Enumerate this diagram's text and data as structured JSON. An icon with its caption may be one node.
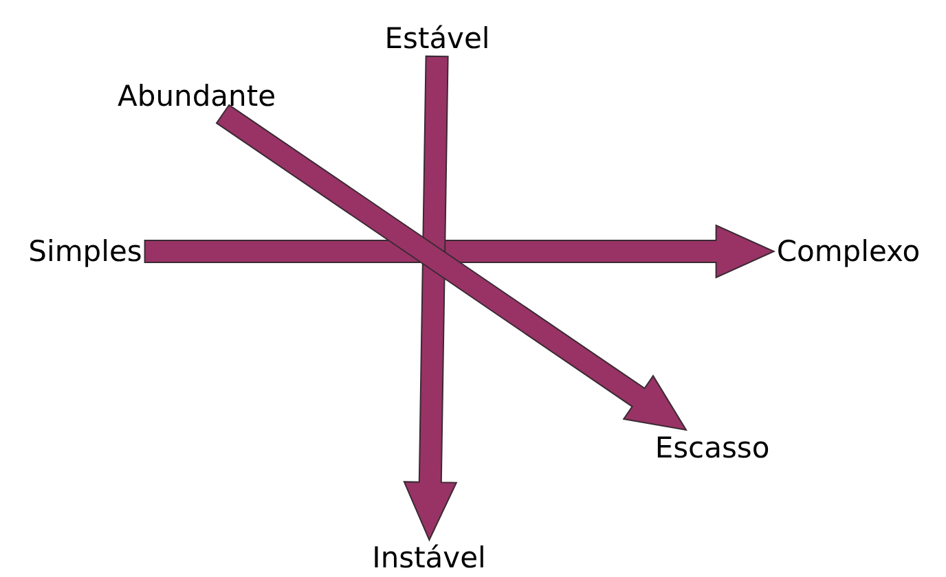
{
  "diagram": {
    "nodes": [
      {
        "text": [
          "Estável"
        ]
      },
      {
        "text": [
          "Abundante"
        ]
      },
      {
        "text": [
          "Simples"
        ]
      },
      {
        "text": [
          "Complexo"
        ]
      },
      {
        "text": [
          "Escasso"
        ]
      },
      {
        "text": [
          "Instável"
        ]
      }
    ],
    "edges": [
      {
        "from": 2,
        "to": 3,
        "arrow": "to"
      },
      {
        "from": 0,
        "to": 5,
        "arrow": "to"
      },
      {
        "from": 1,
        "to": 4,
        "arrow": "to"
      }
    ]
  }
}
